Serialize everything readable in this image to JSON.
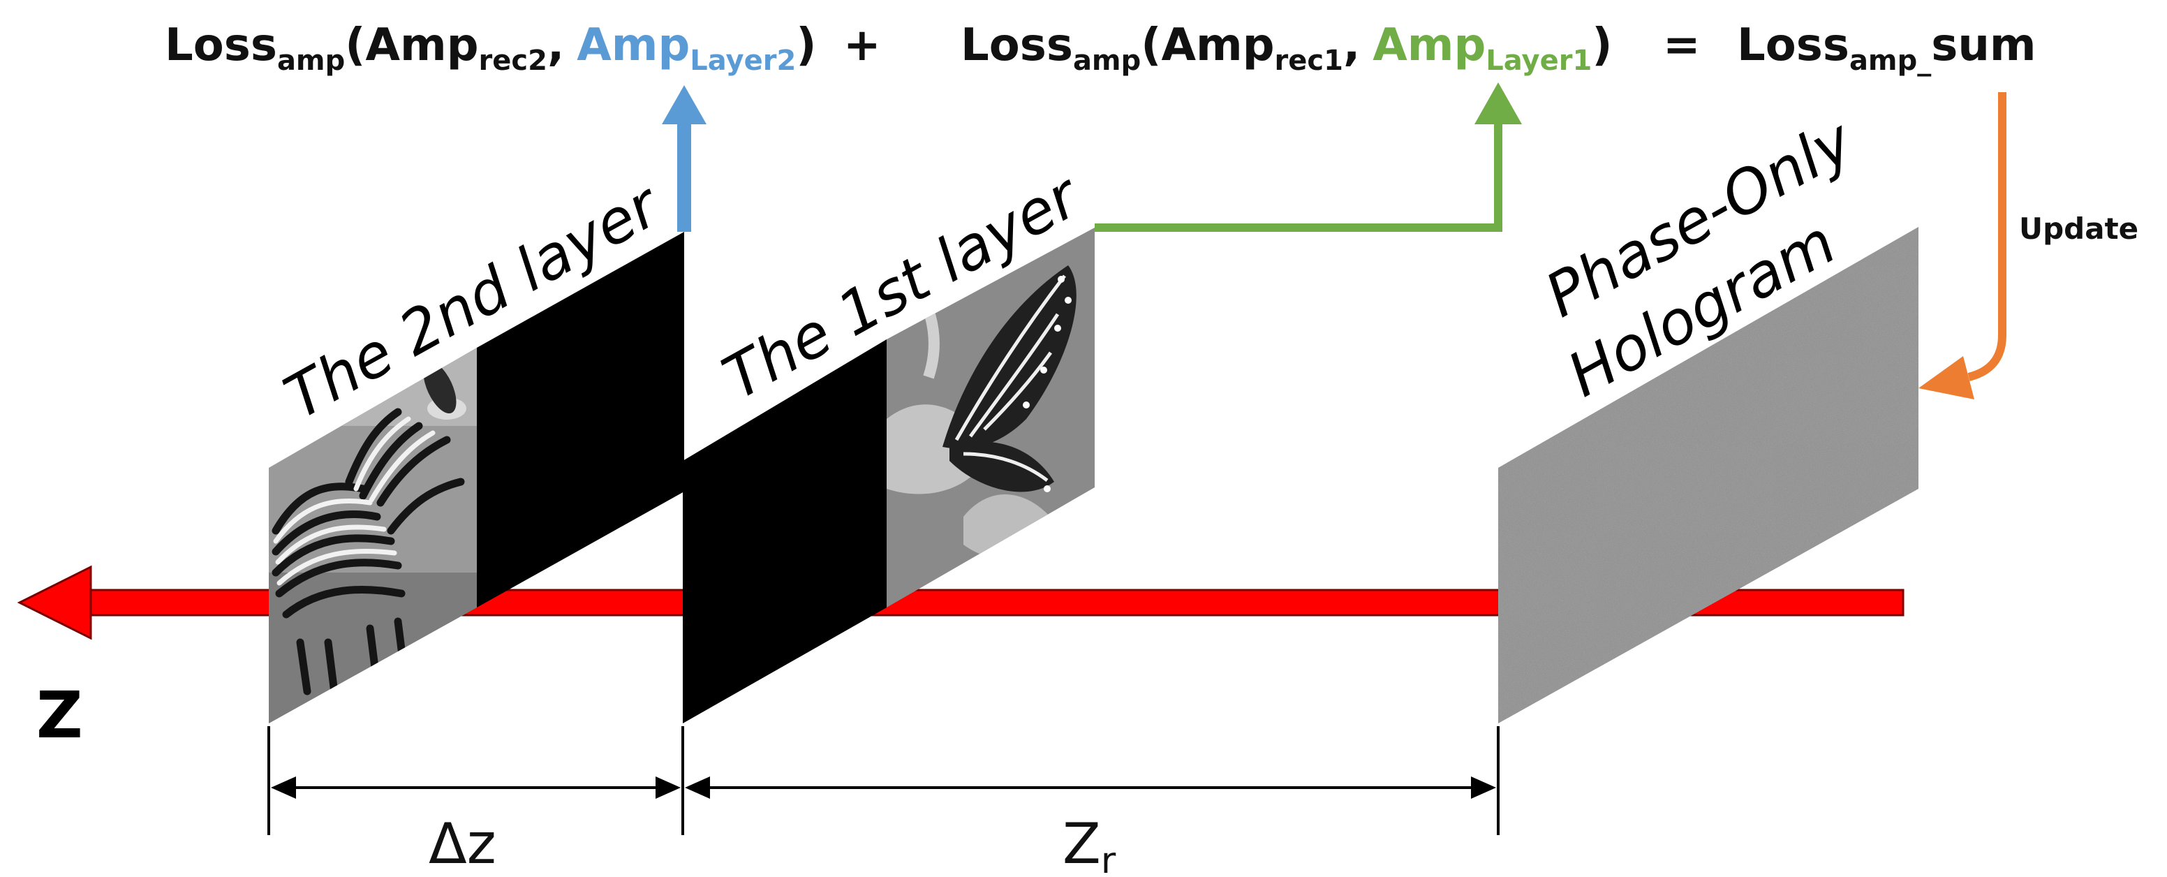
{
  "formula": {
    "term1": {
      "loss": "Loss",
      "loss_sub": "amp",
      "amp_rec": "Amp",
      "amp_rec_sub": "rec2",
      "amp_layer": "Amp",
      "amp_layer_sub": "Layer2"
    },
    "plus": "+",
    "term2": {
      "loss": "Loss",
      "loss_sub": "amp",
      "amp_rec": "Amp",
      "amp_rec_sub": "rec1",
      "amp_layer": "Amp",
      "amp_layer_sub": "Layer1"
    },
    "equals": "=",
    "result": {
      "loss": "Loss",
      "loss_sub": "amp_",
      "tail": "sum"
    },
    "punct": {
      "open": "(",
      "comma": ",",
      "close": ")"
    }
  },
  "labels": {
    "layer2": "The 2nd layer",
    "layer1": "The 1st layer",
    "hologram_line1": "Phase-Only",
    "hologram_line2": "Hologram",
    "update": "Update",
    "axis": "Z",
    "delta_z": "Δz",
    "zr": "Z",
    "zr_sub": "r"
  },
  "colors": {
    "layer2_blue": "#5B9BD5",
    "layer1_green": "#70AD47",
    "update_orange": "#ED7D31",
    "beam_red": "#FF0000",
    "panel_black": "#000000",
    "hologram_gray": "#8c8c8c"
  },
  "icons": {
    "zebra": "zebra-image",
    "butterfly": "butterfly-image",
    "noise": "noise-texture"
  }
}
